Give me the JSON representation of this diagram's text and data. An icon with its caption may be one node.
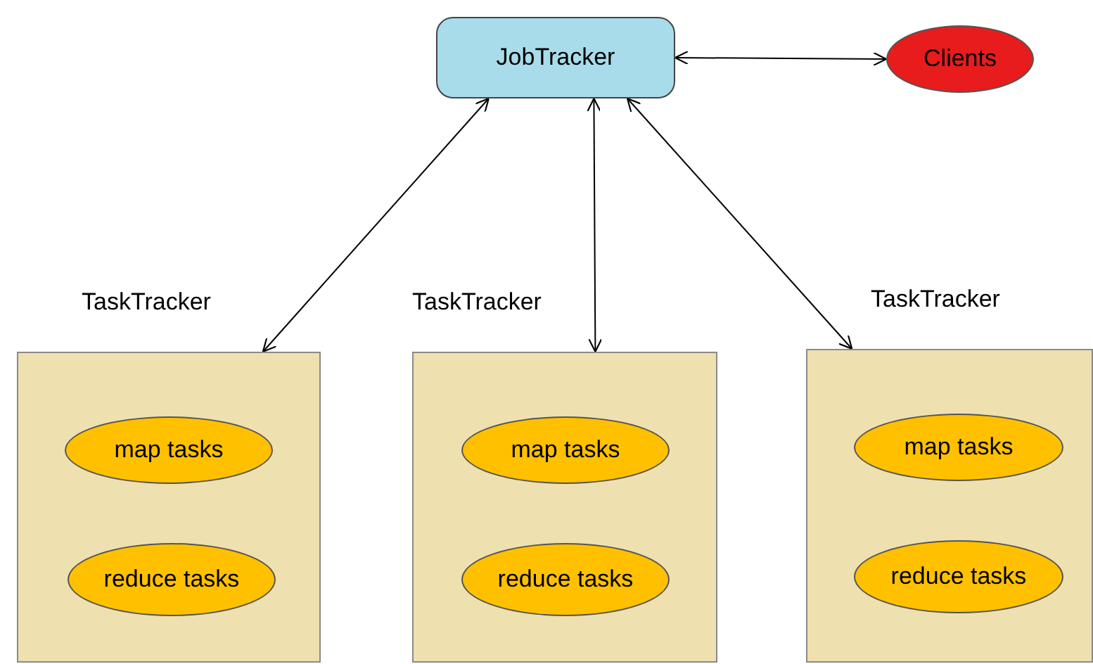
{
  "diagram": {
    "nodes": [
      {
        "text": [
          "JobTracker"
        ]
      },
      {
        "text": [
          "Clients"
        ]
      },
      {
        "text": [
          "TaskTracker"
        ]
      },
      {
        "text": [
          "map tasks"
        ],
        "in": 2
      },
      {
        "text": [
          "reduce tasks"
        ],
        "in": 2
      },
      {
        "text": [
          "TaskTracker"
        ]
      },
      {
        "text": [
          "map tasks"
        ],
        "in": 5
      },
      {
        "text": [
          "reduce tasks"
        ],
        "in": 5
      },
      {
        "text": [
          "TaskTracker"
        ]
      },
      {
        "text": [
          "map tasks"
        ],
        "in": 8
      },
      {
        "text": [
          "reduce tasks"
        ],
        "in": 8
      }
    ],
    "edges": [
      {
        "from": 0,
        "to": 1,
        "arrow": "both"
      },
      {
        "from": 0,
        "to": 2,
        "arrow": "both"
      },
      {
        "from": 0,
        "to": 5,
        "arrow": "both"
      },
      {
        "from": 0,
        "to": 8,
        "arrow": "both"
      }
    ]
  }
}
